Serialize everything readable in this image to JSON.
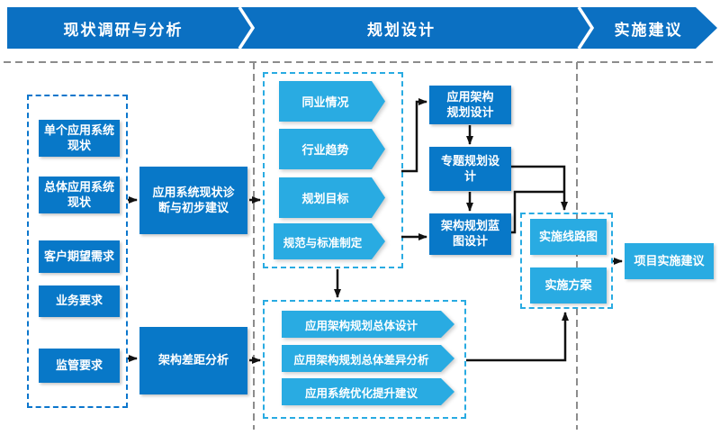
{
  "header": {
    "phase1": "现状调研与分析",
    "phase2": "规划设计",
    "phase3": "实施建议"
  },
  "current_state": {
    "inputs": [
      "单个应用系统\n现状",
      "总体应用系统\n现状",
      "客户期望需求",
      "业务要求",
      "监管要求"
    ],
    "diagnosis": "应用系统现状诊\n断与初步建议",
    "gap_analysis": "架构差距分析"
  },
  "planning": {
    "research": [
      "同业情况",
      "行业趋势",
      "规划目标",
      "规范与标准制定"
    ],
    "design": [
      "应用架构\n规划设计",
      "专题规划设\n计",
      "架构规划蓝\n图设计"
    ],
    "summary": [
      "应用架构规划总体设计",
      "应用架构规划总体差异分析",
      "应用系统优化提升建议"
    ]
  },
  "implementation": {
    "deliverables": [
      "实施线路图",
      "实施方案"
    ],
    "proposal": "项目实施建议"
  },
  "colors": {
    "header_band": "#0B70C2",
    "dark_box": "#0878C8",
    "light_box": "#29ABE2",
    "divider_gray": "#8C8C8C",
    "connector_black": "#111111",
    "text_white": "#FFFFFF"
  }
}
